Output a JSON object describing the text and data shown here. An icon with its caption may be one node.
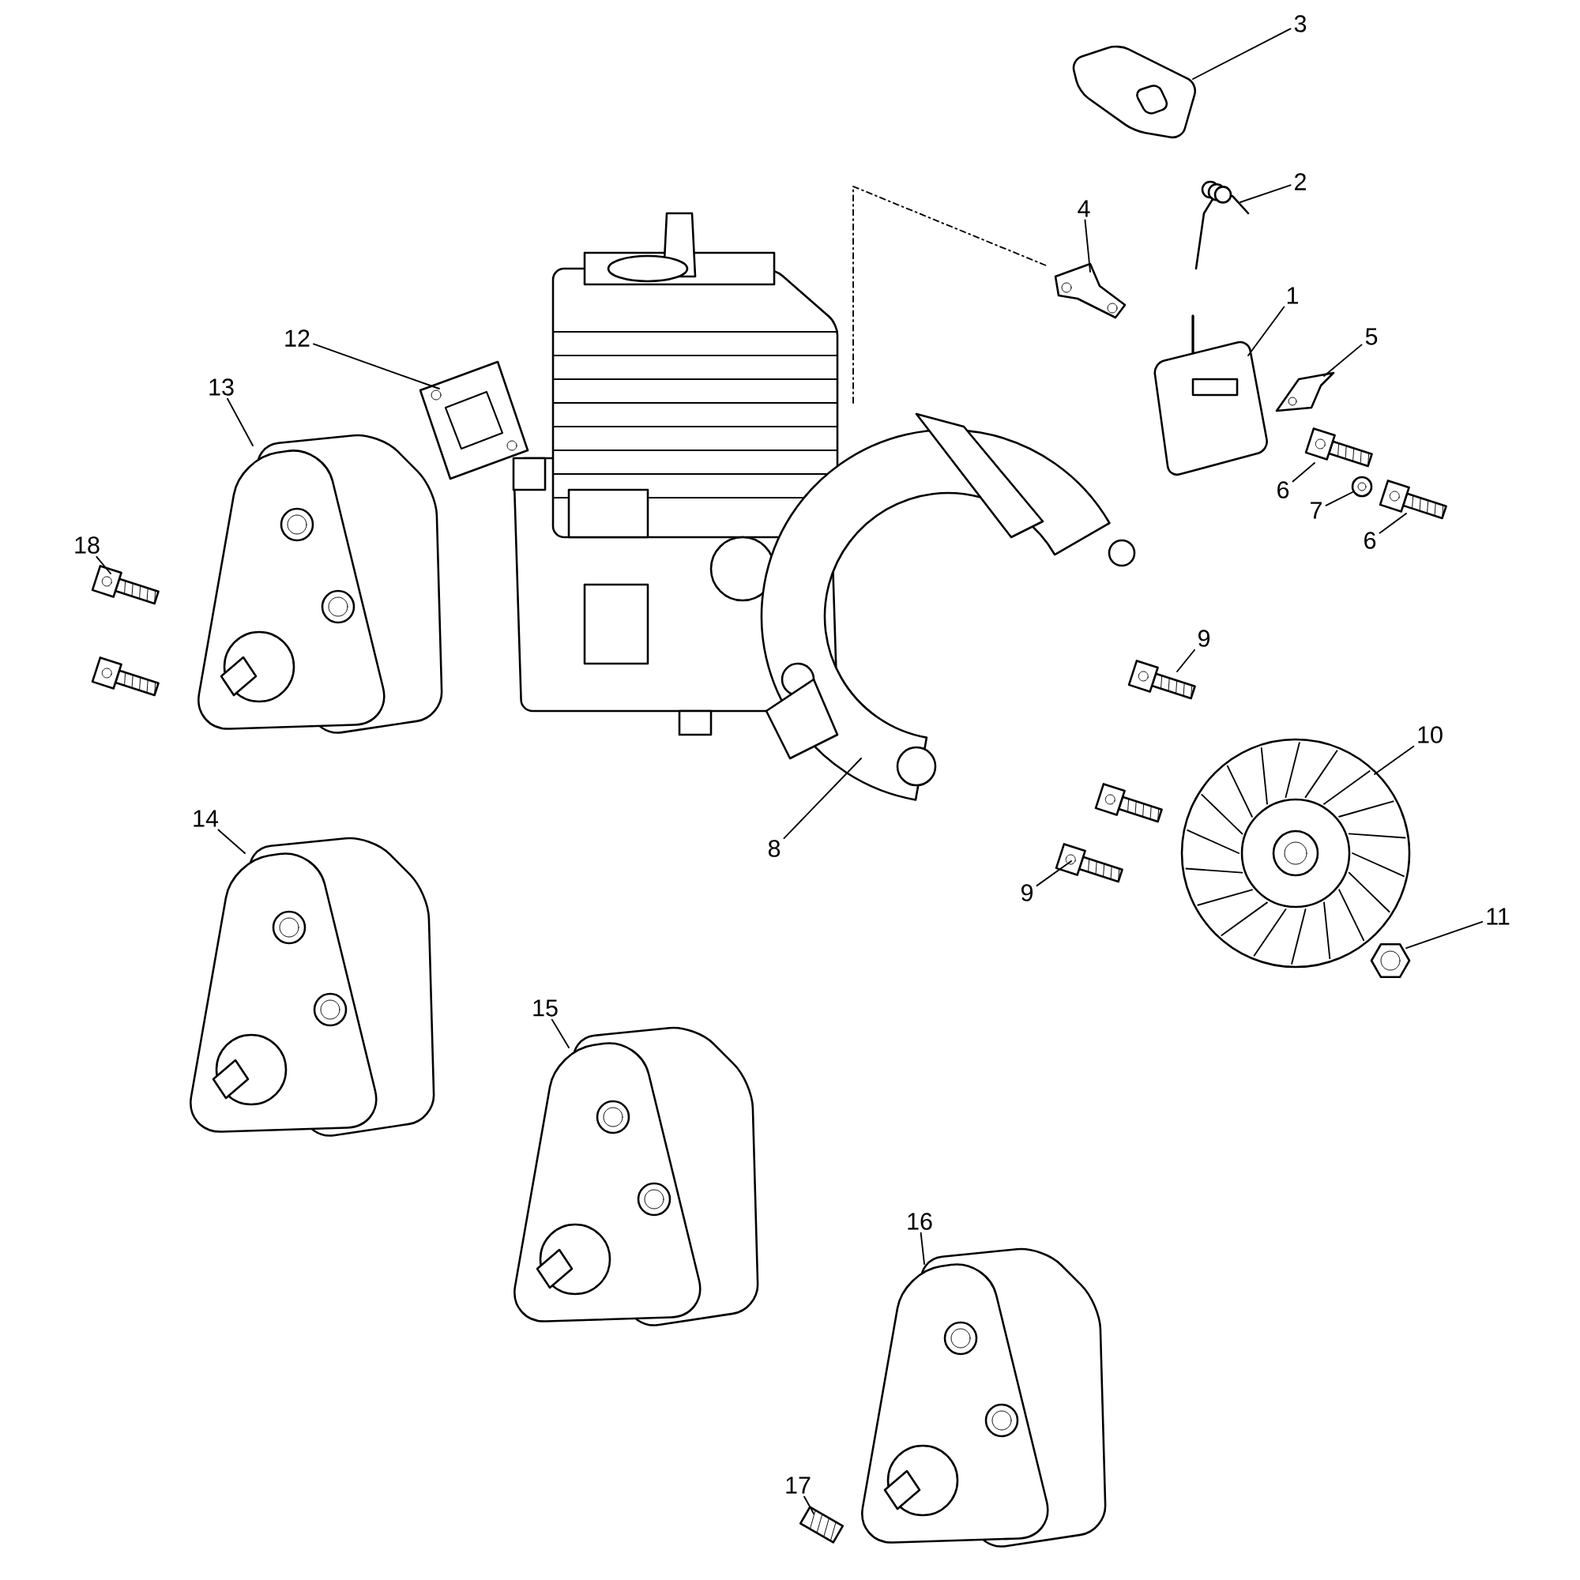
{
  "diagram": {
    "nodes": [
      {
        "text": [
          "3"
        ]
      },
      {
        "text": [
          "2"
        ]
      },
      {
        "text": [
          "4"
        ]
      },
      {
        "text": [
          "1"
        ]
      },
      {
        "text": [
          "12"
        ]
      },
      {
        "text": [
          "5"
        ]
      },
      {
        "text": [
          "13"
        ]
      },
      {
        "text": [
          "6"
        ]
      },
      {
        "text": [
          "7"
        ]
      },
      {
        "text": [
          "6"
        ]
      },
      {
        "text": [
          "18"
        ]
      },
      {
        "text": [
          "9"
        ]
      },
      {
        "text": [
          "10"
        ]
      },
      {
        "text": [
          "8"
        ]
      },
      {
        "text": [
          "14"
        ]
      },
      {
        "text": [
          "9"
        ]
      },
      {
        "text": [
          "11"
        ]
      },
      {
        "text": [
          "15"
        ]
      },
      {
        "text": [
          "16"
        ]
      },
      {
        "text": [
          "17"
        ]
      },
      {
        "text": [],
        "shape": "picture"
      },
      {
        "text": [],
        "shape": "picture"
      },
      {
        "text": [],
        "shape": "picture"
      },
      {
        "text": [],
        "shape": "picture"
      },
      {
        "text": [],
        "shape": "picture"
      },
      {
        "text": [],
        "shape": "picture"
      },
      {
        "text": [],
        "shape": "picture"
      },
      {
        "text": [],
        "shape": "picture"
      },
      {
        "text": [],
        "shape": "picture"
      },
      {
        "text": [],
        "shape": "picture"
      },
      {
        "text": [],
        "shape": "picture"
      },
      {
        "text": [],
        "shape": "picture"
      },
      {
        "text": [],
        "shape": "picture"
      },
      {
        "text": [],
        "shape": "picture"
      },
      {
        "text": [],
        "shape": "picture"
      },
      {
        "text": [],
        "shape": "picture"
      },
      {
        "text": [],
        "shape": "picture"
      },
      {
        "text": [],
        "shape": "picture"
      },
      {
        "text": [],
        "shape": "picture"
      },
      {
        "text": [],
        "shape": "picture"
      }
    ],
    "edges": [
      {
        "from": 0,
        "to": 20,
        "arrow": "none"
      },
      {
        "from": 1,
        "to": 21,
        "arrow": "none"
      },
      {
        "from": 2,
        "to": 22,
        "arrow": "none"
      },
      {
        "from": 3,
        "to": 23,
        "arrow": "none"
      },
      {
        "from": 4,
        "to": 24,
        "arrow": "none"
      },
      {
        "from": 5,
        "to": 25,
        "arrow": "none"
      },
      {
        "from": 6,
        "to": 26,
        "arrow": "none"
      },
      {
        "from": 7,
        "to": 27,
        "arrow": "none"
      },
      {
        "from": 8,
        "to": 28,
        "arrow": "none"
      },
      {
        "from": 9,
        "to": 29,
        "arrow": "none"
      },
      {
        "from": 10,
        "to": 30,
        "arrow": "none"
      },
      {
        "from": 11,
        "to": 31,
        "arrow": "none"
      },
      {
        "from": 12,
        "to": 32,
        "arrow": "none"
      },
      {
        "from": 13,
        "to": 33,
        "arrow": "none"
      },
      {
        "from": 14,
        "to": 34,
        "arrow": "none"
      },
      {
        "from": 15,
        "to": 35,
        "arrow": "none"
      },
      {
        "from": 16,
        "to": 36,
        "arrow": "none"
      },
      {
        "from": 17,
        "to": 37,
        "arrow": "none"
      },
      {
        "from": 18,
        "to": 38,
        "arrow": "none"
      },
      {
        "from": 19,
        "to": 39,
        "arrow": "none"
      }
    ]
  }
}
